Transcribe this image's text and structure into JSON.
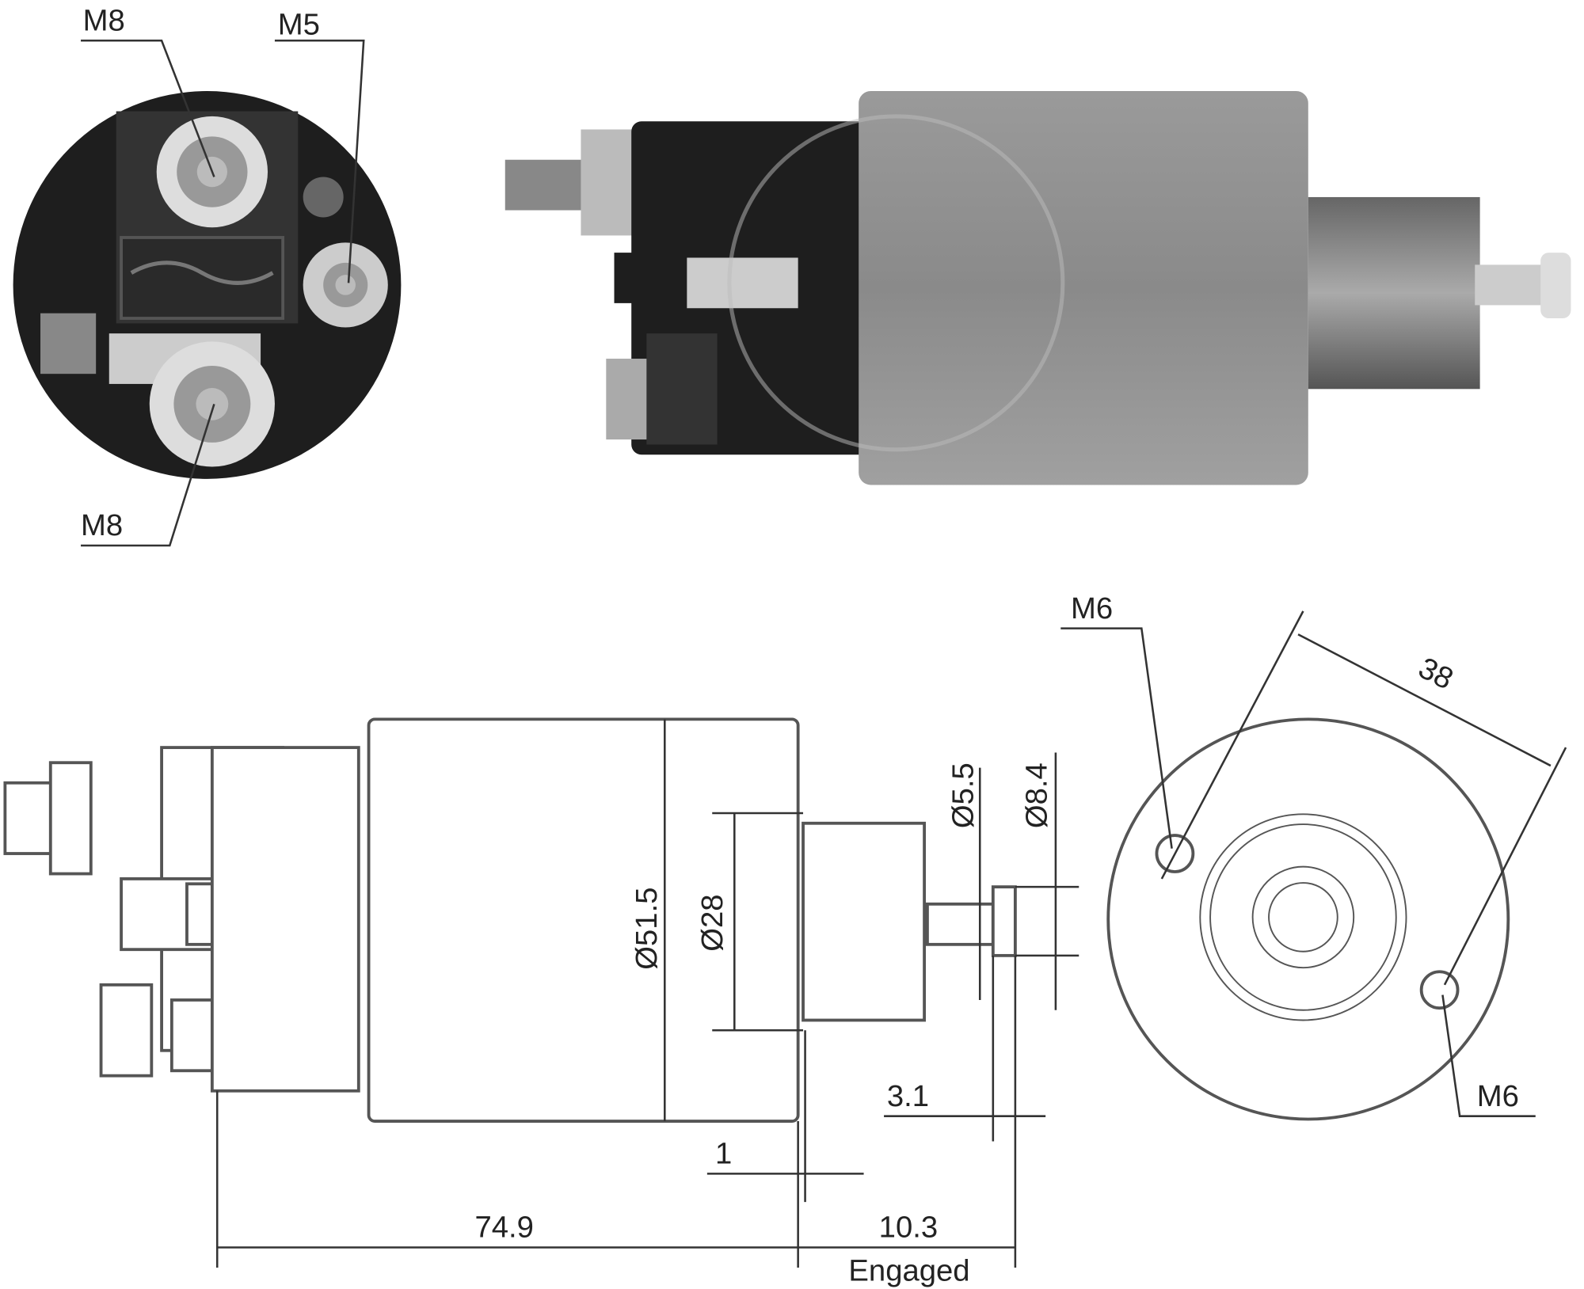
{
  "photo_end_view": {
    "labels": {
      "top_left": "M8",
      "top_right": "M5",
      "bottom": "M8"
    }
  },
  "drawing_side_view": {
    "dimensions": {
      "body_diameter": "Ø51.5",
      "plunger_housing_diameter": "Ø28",
      "plunger_diameter": "Ø5.5",
      "plunger_head_diameter": "Ø8.4",
      "head_length": "3.1",
      "gap": "1",
      "overall_length": "74.9",
      "stroke": "10.3",
      "stroke_note": "Engaged"
    }
  },
  "drawing_end_view": {
    "labels": {
      "hole_top": "M6",
      "hole_bottom": "M6",
      "hole_spacing": "38"
    }
  },
  "colors": {
    "body_grey": "#8f8f8f",
    "terminal_black": "#1e1e1e",
    "line": "#333333"
  }
}
